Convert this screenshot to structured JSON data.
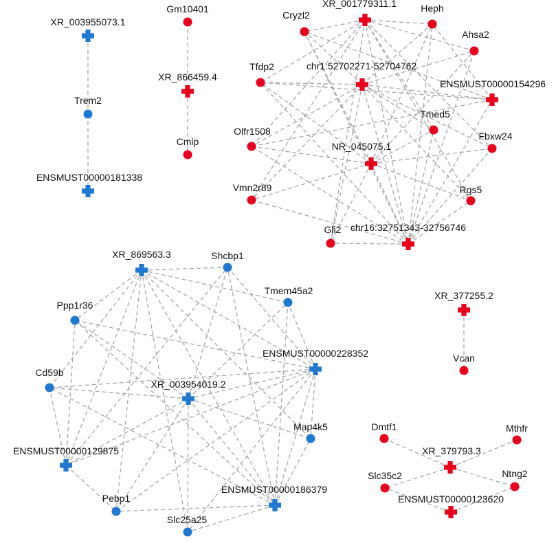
{
  "colors": {
    "red": "#e8001c",
    "blue": "#1f78d1",
    "edge": "#a6a6a6"
  },
  "nodes": [
    {
      "id": "xr003955073",
      "label": "XR_003955073.1",
      "shape": "plus",
      "color": "blue"
    },
    {
      "id": "trem2",
      "label": "Trem2",
      "shape": "circle",
      "color": "blue"
    },
    {
      "id": "ensmust181338",
      "label": "ENSMUST00000181338",
      "shape": "plus",
      "color": "blue"
    },
    {
      "id": "gm10401",
      "label": "Gm10401",
      "shape": "circle",
      "color": "red"
    },
    {
      "id": "xr866459",
      "label": "XR_866459.4",
      "shape": "plus",
      "color": "red"
    },
    {
      "id": "cmip",
      "label": "Cmip",
      "shape": "circle",
      "color": "red"
    },
    {
      "id": "xr001779311",
      "label": "XR_001779311.1",
      "shape": "plus",
      "color": "red"
    },
    {
      "id": "cryzl2",
      "label": "Cryzl2",
      "shape": "circle",
      "color": "red"
    },
    {
      "id": "heph",
      "label": "Heph",
      "shape": "circle",
      "color": "red"
    },
    {
      "id": "ahsa2",
      "label": "Ahsa2",
      "shape": "circle",
      "color": "red"
    },
    {
      "id": "tfdp2",
      "label": "Tfdp2",
      "shape": "circle",
      "color": "red"
    },
    {
      "id": "chr1",
      "label": "chr1:52702271-52704762",
      "shape": "plus",
      "color": "red"
    },
    {
      "id": "ensmust154296",
      "label": "ENSMUST00000154296",
      "shape": "plus",
      "color": "red"
    },
    {
      "id": "tmed5",
      "label": "Tmed5",
      "shape": "circle",
      "color": "red"
    },
    {
      "id": "olfr1508",
      "label": "Olfr1508",
      "shape": "circle",
      "color": "red"
    },
    {
      "id": "fbxw24",
      "label": "Fbxw24",
      "shape": "circle",
      "color": "red"
    },
    {
      "id": "nr045075",
      "label": "NR_045075.1",
      "shape": "plus",
      "color": "red"
    },
    {
      "id": "vmn2r89",
      "label": "Vmn2r89",
      "shape": "circle",
      "color": "red"
    },
    {
      "id": "rgs5",
      "label": "Rgs5",
      "shape": "circle",
      "color": "red"
    },
    {
      "id": "gli2",
      "label": "Gli2",
      "shape": "circle",
      "color": "red"
    },
    {
      "id": "chr16",
      "label": "chr16:32751343-32756746",
      "shape": "plus",
      "color": "red"
    },
    {
      "id": "xr869563",
      "label": "XR_869563.3",
      "shape": "plus",
      "color": "blue"
    },
    {
      "id": "shcbp1",
      "label": "Shcbp1",
      "shape": "circle",
      "color": "blue"
    },
    {
      "id": "tmem45a2",
      "label": "Tmem45a2",
      "shape": "circle",
      "color": "blue"
    },
    {
      "id": "ppp1r36",
      "label": "Ppp1r36",
      "shape": "circle",
      "color": "blue"
    },
    {
      "id": "ensmust228352",
      "label": "ENSMUST00000228352",
      "shape": "plus",
      "color": "blue"
    },
    {
      "id": "cd59b",
      "label": "Cd59b",
      "shape": "circle",
      "color": "blue"
    },
    {
      "id": "xr003954019",
      "label": "XR_003954019.2",
      "shape": "plus",
      "color": "blue"
    },
    {
      "id": "map4k5",
      "label": "Map4k5",
      "shape": "circle",
      "color": "blue"
    },
    {
      "id": "ensmust129875",
      "label": "ENSMUST00000129875",
      "shape": "plus",
      "color": "blue"
    },
    {
      "id": "ensmust186379",
      "label": "ENSMUST00000186379",
      "shape": "plus",
      "color": "blue"
    },
    {
      "id": "pebp1",
      "label": "Pebp1",
      "shape": "circle",
      "color": "blue"
    },
    {
      "id": "slc25a25",
      "label": "Slc25a25",
      "shape": "circle",
      "color": "blue"
    },
    {
      "id": "xr377255",
      "label": "XR_377255.2",
      "shape": "plus",
      "color": "red"
    },
    {
      "id": "vcan",
      "label": "Vcan",
      "shape": "circle",
      "color": "red"
    },
    {
      "id": "dmtf1",
      "label": "Dmtf1",
      "shape": "circle",
      "color": "red"
    },
    {
      "id": "mthfr",
      "label": "Mthfr",
      "shape": "circle",
      "color": "red"
    },
    {
      "id": "xr379793",
      "label": "XR_379793.3",
      "shape": "plus",
      "color": "red"
    },
    {
      "id": "slc35c2",
      "label": "Slc35c2",
      "shape": "circle",
      "color": "red"
    },
    {
      "id": "ntng2",
      "label": "Ntng2",
      "shape": "circle",
      "color": "red"
    },
    {
      "id": "ensmust123620",
      "label": "ENSMUST00000123620",
      "shape": "plus",
      "color": "red"
    }
  ],
  "edges": [
    [
      "xr003955073",
      "trem2"
    ],
    [
      "trem2",
      "ensmust181338"
    ],
    [
      "gm10401",
      "xr866459"
    ],
    [
      "xr866459",
      "cmip"
    ],
    [
      "xr001779311",
      "cryzl2"
    ],
    [
      "xr001779311",
      "heph"
    ],
    [
      "xr001779311",
      "ahsa2"
    ],
    [
      "xr001779311",
      "tfdp2"
    ],
    [
      "xr001779311",
      "olfr1508"
    ],
    [
      "xr001779311",
      "tmed5"
    ],
    [
      "xr001779311",
      "fbxw24"
    ],
    [
      "xr001779311",
      "rgs5"
    ],
    [
      "xr001779311",
      "gli2"
    ],
    [
      "xr001779311",
      "chr16"
    ],
    [
      "xr001779311",
      "vmn2r89"
    ],
    [
      "chr1",
      "cryzl2"
    ],
    [
      "chr1",
      "heph"
    ],
    [
      "chr1",
      "ahsa2"
    ],
    [
      "chr1",
      "tfdp2"
    ],
    [
      "chr1",
      "olfr1508"
    ],
    [
      "chr1",
      "ensmust154296"
    ],
    [
      "chr1",
      "tmed5"
    ],
    [
      "chr1",
      "fbxw24"
    ],
    [
      "chr1",
      "vmn2r89"
    ],
    [
      "chr1",
      "rgs5"
    ],
    [
      "chr1",
      "gli2"
    ],
    [
      "chr1",
      "chr16"
    ],
    [
      "nr045075",
      "cryzl2"
    ],
    [
      "nr045075",
      "heph"
    ],
    [
      "nr045075",
      "ahsa2"
    ],
    [
      "nr045075",
      "tfdp2"
    ],
    [
      "nr045075",
      "olfr1508"
    ],
    [
      "nr045075",
      "tmed5"
    ],
    [
      "nr045075",
      "fbxw24"
    ],
    [
      "nr045075",
      "vmn2r89"
    ],
    [
      "nr045075",
      "rgs5"
    ],
    [
      "nr045075",
      "gli2"
    ],
    [
      "nr045075",
      "chr16"
    ],
    [
      "chr16",
      "cryzl2"
    ],
    [
      "chr16",
      "heph"
    ],
    [
      "chr16",
      "ahsa2"
    ],
    [
      "chr16",
      "tfdp2"
    ],
    [
      "chr16",
      "olfr1508"
    ],
    [
      "chr16",
      "ensmust154296"
    ],
    [
      "chr16",
      "tmed5"
    ],
    [
      "chr16",
      "fbxw24"
    ],
    [
      "chr16",
      "vmn2r89"
    ],
    [
      "chr16",
      "rgs5"
    ],
    [
      "chr16",
      "gli2"
    ],
    [
      "ensmust154296",
      "cryzl2"
    ],
    [
      "ensmust154296",
      "tfdp2"
    ],
    [
      "ensmust154296",
      "olfr1508"
    ],
    [
      "ensmust154296",
      "heph"
    ],
    [
      "xr869563",
      "shcbp1"
    ],
    [
      "xr869563",
      "tmem45a2"
    ],
    [
      "xr869563",
      "ppp1r36"
    ],
    [
      "xr869563",
      "ensmust228352"
    ],
    [
      "xr869563",
      "cd59b"
    ],
    [
      "xr869563",
      "map4k5"
    ],
    [
      "xr869563",
      "ensmust129875"
    ],
    [
      "xr869563",
      "pebp1"
    ],
    [
      "xr869563",
      "slc25a25"
    ],
    [
      "xr869563",
      "ensmust186379"
    ],
    [
      "xr003954019",
      "shcbp1"
    ],
    [
      "xr003954019",
      "tmem45a2"
    ],
    [
      "xr003954019",
      "ppp1r36"
    ],
    [
      "xr003954019",
      "ensmust228352"
    ],
    [
      "xr003954019",
      "cd59b"
    ],
    [
      "xr003954019",
      "map4k5"
    ],
    [
      "xr003954019",
      "ensmust129875"
    ],
    [
      "xr003954019",
      "pebp1"
    ],
    [
      "xr003954019",
      "slc25a25"
    ],
    [
      "xr003954019",
      "ensmust186379"
    ],
    [
      "ensmust228352",
      "shcbp1"
    ],
    [
      "ensmust228352",
      "tmem45a2"
    ],
    [
      "ensmust228352",
      "ppp1r36"
    ],
    [
      "ensmust228352",
      "cd59b"
    ],
    [
      "ensmust228352",
      "map4k5"
    ],
    [
      "ensmust228352",
      "ensmust129875"
    ],
    [
      "ensmust228352",
      "pebp1"
    ],
    [
      "ensmust228352",
      "slc25a25"
    ],
    [
      "ensmust228352",
      "ensmust186379"
    ],
    [
      "ensmust186379",
      "shcbp1"
    ],
    [
      "ensmust186379",
      "tmem45a2"
    ],
    [
      "ensmust186379",
      "ppp1r36"
    ],
    [
      "ensmust186379",
      "cd59b"
    ],
    [
      "ensmust186379",
      "map4k5"
    ],
    [
      "ensmust186379",
      "pebp1"
    ],
    [
      "ensmust186379",
      "slc25a25"
    ],
    [
      "ensmust129875",
      "ppp1r36"
    ],
    [
      "ensmust129875",
      "cd59b"
    ],
    [
      "ensmust129875",
      "pebp1"
    ],
    [
      "ensmust129875",
      "shcbp1"
    ],
    [
      "xr377255",
      "vcan"
    ],
    [
      "xr379793",
      "dmtf1"
    ],
    [
      "xr379793",
      "mthfr"
    ],
    [
      "xr379793",
      "slc35c2"
    ],
    [
      "xr379793",
      "ntng2"
    ],
    [
      "ensmust123620",
      "slc35c2"
    ],
    [
      "ensmust123620",
      "ntng2"
    ]
  ]
}
